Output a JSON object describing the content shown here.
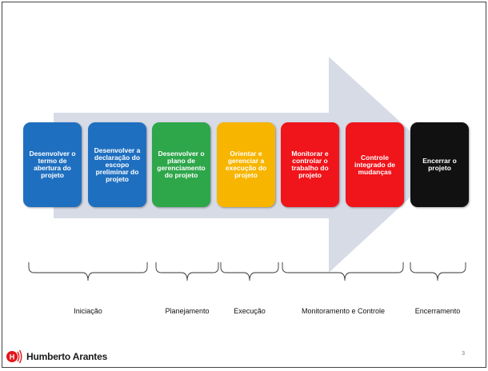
{
  "process_boxes": [
    {
      "label": "Desenvolver o termo de abertura do projeto",
      "color": "#1f6fc0"
    },
    {
      "label": "Desenvolver a declaração do escopo preliminar do projeto",
      "color": "#1f6fc0"
    },
    {
      "label": "Desenvolver o plano de gerenciamento do projeto",
      "color": "#2ea64a"
    },
    {
      "label": "Orientar e gerenciar a execução do projeto",
      "color": "#f7b500"
    },
    {
      "label": "Monitorar e controlar o trabalho do projeto",
      "color": "#f0141b"
    },
    {
      "label": "Controle integrado de mudanças",
      "color": "#f0141b"
    },
    {
      "label": "Encerrar o projeto",
      "color": "#111111"
    }
  ],
  "phases": {
    "iniciacao": "Iniciação",
    "planejamento": "Planejamento",
    "execucao": "Execução",
    "monitoramento": "Monitoramento e Controle",
    "encerramento": "Encerramento"
  },
  "footer": {
    "brand": "Humberto Arantes",
    "page_number": "3"
  },
  "colors": {
    "arrow": "#d6dbe6",
    "blue": "#1f6fc0",
    "green": "#2ea64a",
    "yellow": "#f7b500",
    "red": "#f0141b",
    "black": "#111111"
  }
}
